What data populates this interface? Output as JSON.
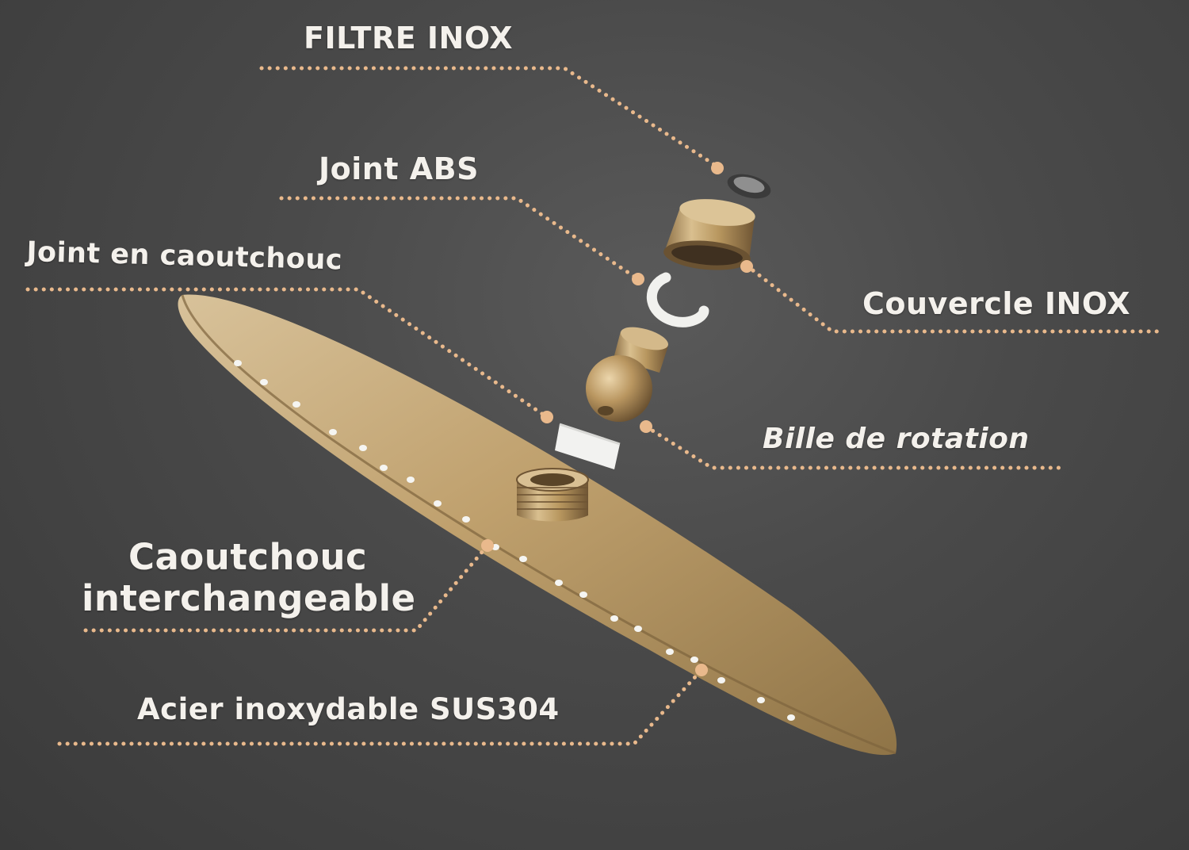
{
  "labels": {
    "filtre": "FILTRE INOX",
    "joint_abs": "Joint ABS",
    "joint_caoutchouc": "Joint en caoutchouc",
    "couvercle": "Couvercle INOX",
    "bille": "Bille de rotation",
    "caoutchouc_line1": "Caoutchouc",
    "caoutchouc_line2": "interchangeable",
    "acier": "Acier inoxydable SUS304"
  },
  "colors": {
    "leader": "#e9b98c",
    "text": "#f4f1ec",
    "gold": "#c9a877"
  }
}
